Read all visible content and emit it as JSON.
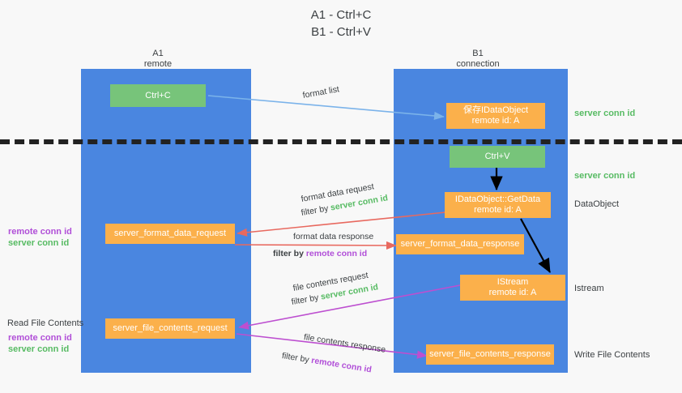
{
  "title": {
    "line1": "A1 - Ctrl+C",
    "line2": "B1 - Ctrl+V"
  },
  "columns": [
    {
      "name": "A1",
      "sub": "remote"
    },
    {
      "name": "B1",
      "sub": "connection"
    }
  ],
  "nodes": {
    "ctrl_c": {
      "label": "Ctrl+C",
      "sub": "",
      "color": "#77c47a"
    },
    "save_idataobject": {
      "label": "保存IDataObject",
      "sub": "remote id: A",
      "color": "#fbb04b"
    },
    "ctrl_v": {
      "label": "Ctrl+V",
      "sub": "",
      "color": "#77c47a"
    },
    "getdata": {
      "label": "IDataObject::GetData",
      "sub": "remote id: A",
      "color": "#fbb04b"
    },
    "format_data_request": {
      "label": "server_format_data_request",
      "sub": "",
      "color": "#fbb04b"
    },
    "format_data_response": {
      "label": "server_format_data_response",
      "sub": "",
      "color": "#fbb04b"
    },
    "istream": {
      "label": "IStream",
      "sub": "remote id: A",
      "color": "#fbb04b"
    },
    "file_contents_request": {
      "label": "server_file_contents_request",
      "sub": "",
      "color": "#fbb04b"
    },
    "file_contents_response": {
      "label": "server_file_contents_response",
      "sub": "",
      "color": "#fbb04b"
    }
  },
  "edge_labels": {
    "format_list": "format list",
    "format_data_request": "format data request",
    "format_data_response": "format data response",
    "file_contents_request": "file contents request",
    "file_contents_response": "file contents response",
    "filter_by": "filter by "
  },
  "conn_ids": {
    "server": "server conn id",
    "remote": "remote conn id"
  },
  "right_labels": [
    {
      "text": "server conn id",
      "kind": "server"
    },
    {
      "text": "server conn id",
      "kind": "server"
    },
    {
      "text": "DataObject",
      "kind": "plain"
    },
    {
      "text": "Istream",
      "kind": "plain"
    },
    {
      "text": "Write File Contents",
      "kind": "plain"
    }
  ],
  "left_labels": {
    "read_file_contents": "Read File Contents"
  },
  "colors": {
    "lane": "#4a86e0",
    "orange": "#fbb04b",
    "green_node": "#77c47a",
    "green_text": "#57bb63",
    "purple_text": "#b14fd8",
    "blue_arrow": "#7bb3ea",
    "red_arrow": "#e8695f",
    "magenta_arrow": "#bd4fd0",
    "black_arrow": "#000000",
    "background": "#f8f8f8"
  }
}
